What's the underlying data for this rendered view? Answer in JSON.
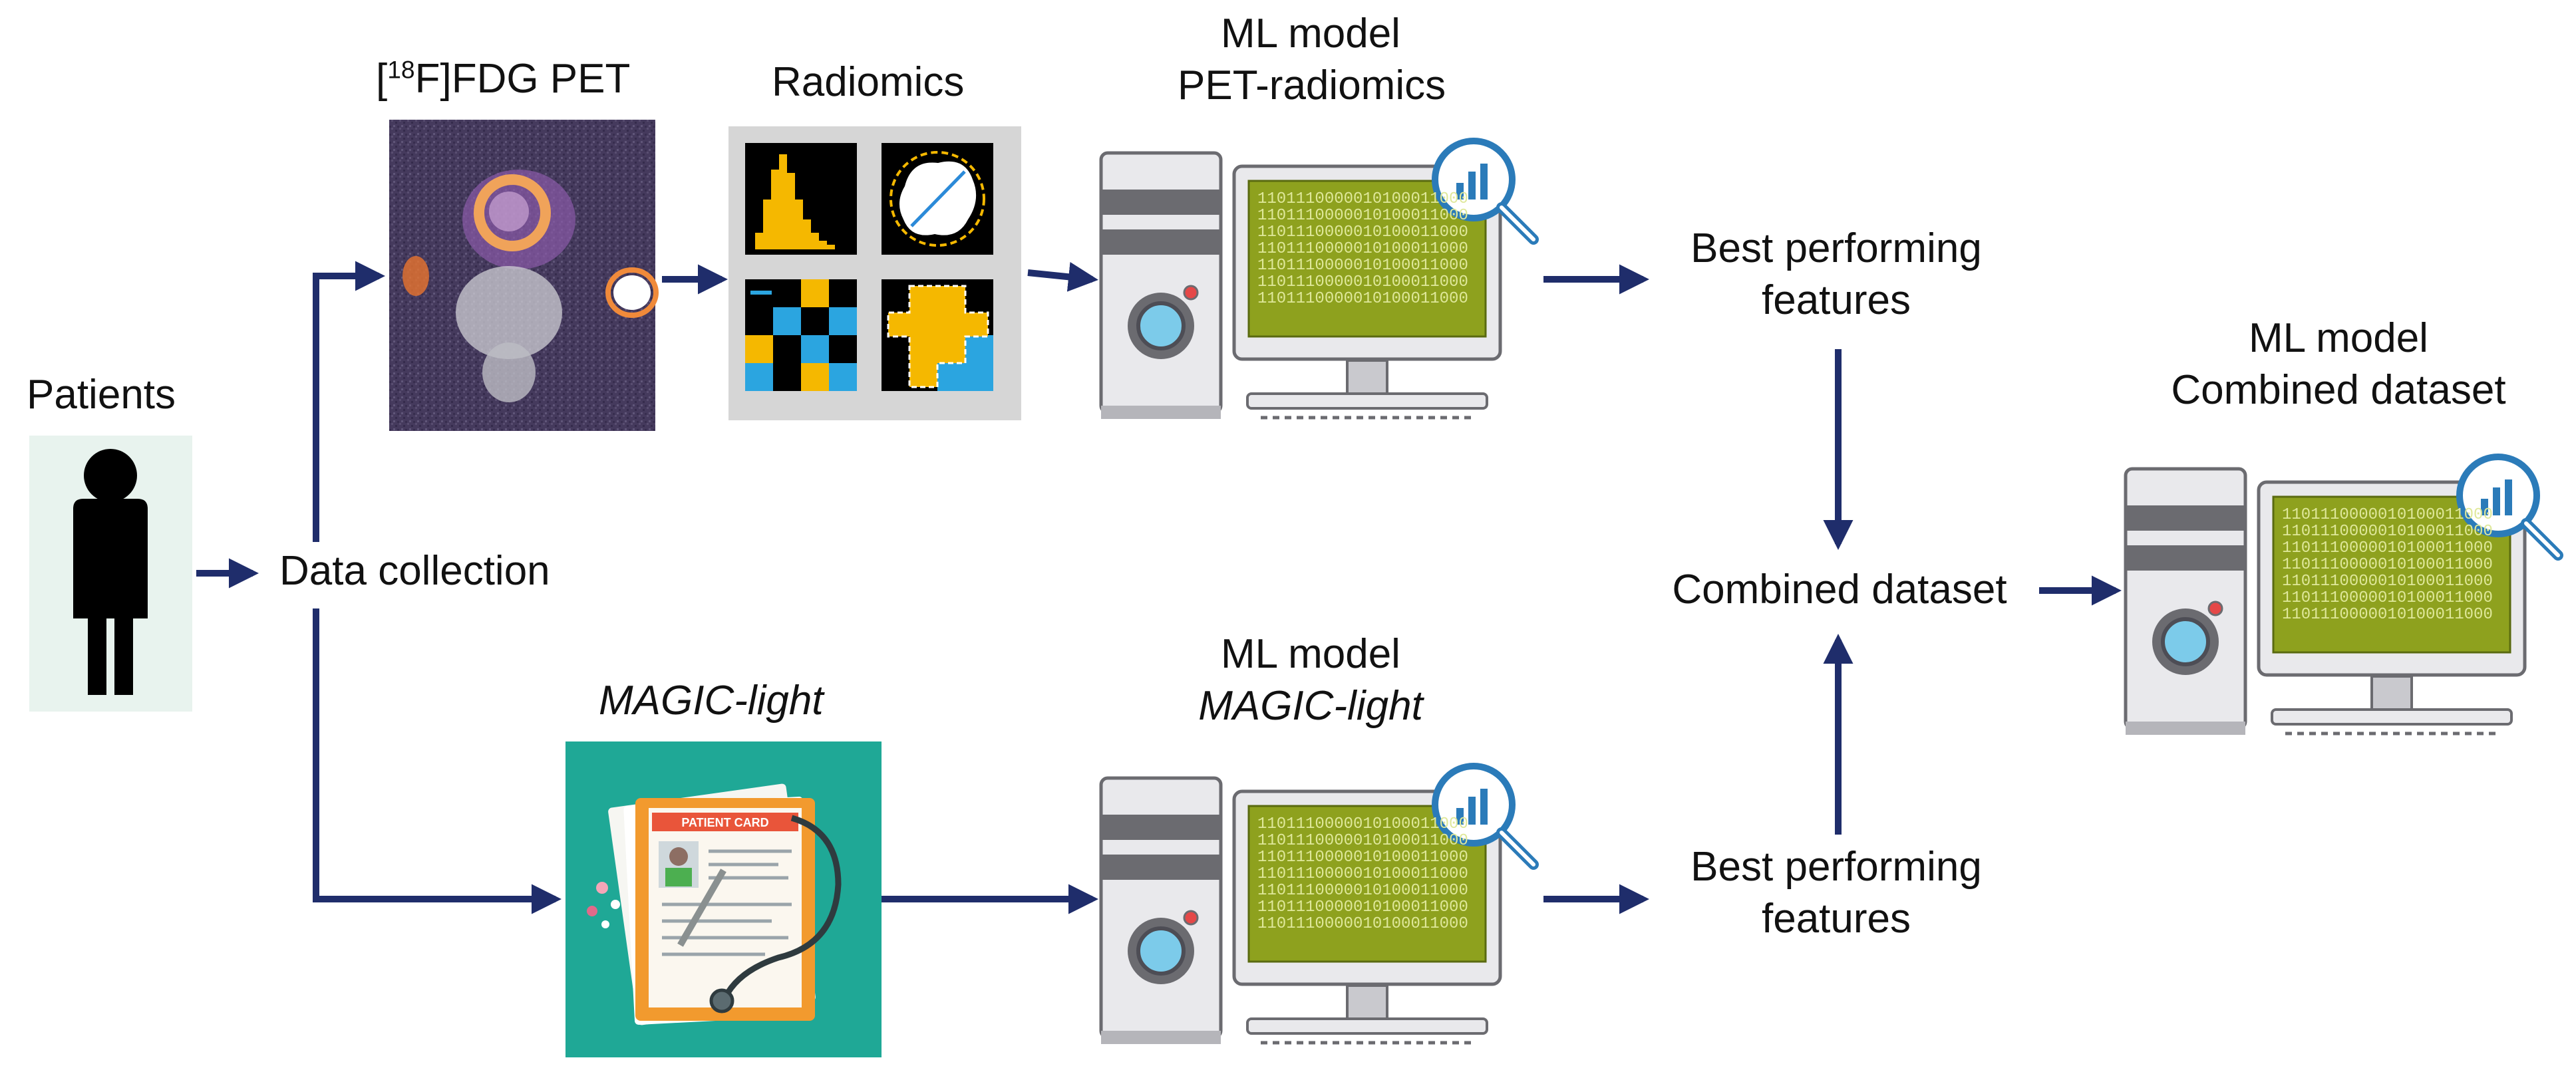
{
  "labels": {
    "patients": "Patients",
    "data_collection": "Data collection",
    "pet_title_pre": "[",
    "pet_title_sup": "18",
    "pet_title_post": "F]FDG PET",
    "radiomics": "Radiomics",
    "ml_pet_line1": "ML model",
    "ml_pet_line2": "PET-radiomics",
    "magic_title": "MAGIC-light",
    "ml_magic_line1": "ML model",
    "ml_magic_line2": "MAGIC-light",
    "best_top_line1": "Best performing",
    "best_top_line2": "features",
    "best_bottom_line1": "Best performing",
    "best_bottom_line2": "features",
    "combined": "Combined dataset",
    "ml_comb_line1": "ML model",
    "ml_comb_line2": "Combined dataset"
  },
  "binary_lines": [
    "1101110000010100011000",
    "1101110000010100011000",
    "1101110000010100011000",
    "1101110000010100011000",
    "1101110000010100011000",
    "1101110000010100011000",
    "1101110000010100011000"
  ],
  "patient_card_header": "PATIENT CARD",
  "colors": {
    "arrow": "#1f2d6b",
    "radiomics_bg": "#d6d6d6",
    "histogram": "#f5b800",
    "teal_bg": "#1fa896",
    "screen": "#8ea11e",
    "binary_text": "#dfe89a",
    "magnifier": "#2b7bb9",
    "folder": "#f29a2e",
    "patient_bg": "#e8f3ee"
  }
}
